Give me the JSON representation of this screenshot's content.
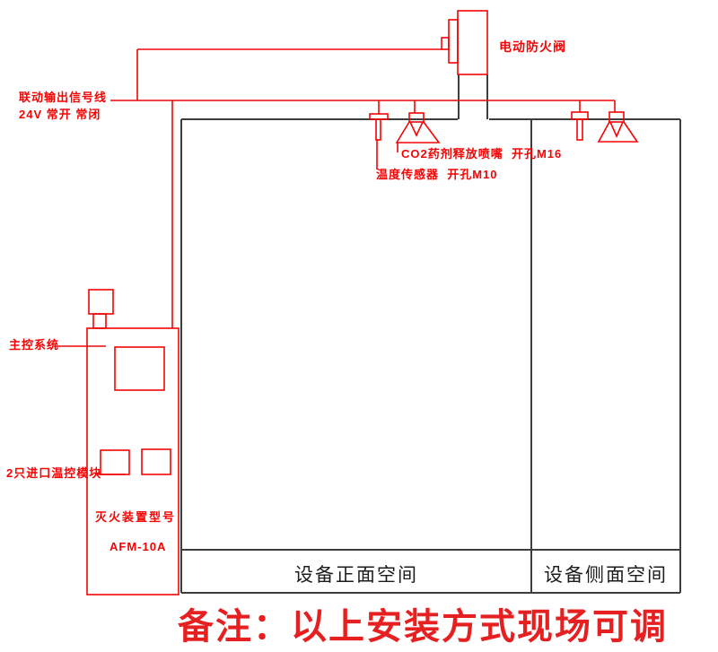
{
  "diagram": {
    "labels": {
      "damper": "电动防火阀",
      "signal_line_1": "联动输出信号线",
      "signal_line_2": "24V 常开 常闭",
      "co2_nozzle": "CO2药剂释放喷嘴  开孔M16",
      "temp_sensor": "温度传感器  开孔M10",
      "main_control": "主控系统",
      "temp_modules": "2只进口温控模块",
      "device_model_title": "灭火装置型号",
      "device_model_value": "AFM-10A",
      "front_space": "设备正面空间",
      "side_space": "设备侧面空间"
    },
    "note": "备注：以上安装方式现场可调",
    "colors": {
      "line_red": "#f40505",
      "line_dark": "#3d3d3d",
      "note_red": "#e62020",
      "background": "#ffffff"
    }
  }
}
